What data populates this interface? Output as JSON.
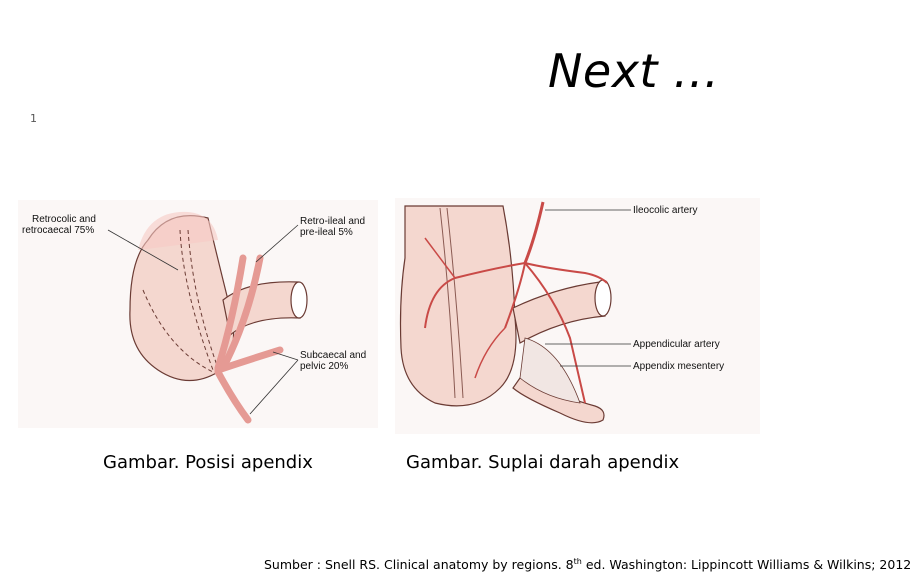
{
  "slide": {
    "title": "Next …",
    "number": "1"
  },
  "figure_left": {
    "labels": {
      "retrocolic_1": "Retrocolic and",
      "retrocolic_2": "retrocaecal 75%",
      "retroileal_1": "Retro-ileal and",
      "retroileal_2": "pre-ileal 5%",
      "subcaecal_1": "Subcaecal and",
      "subcaecal_2": "pelvic 20%"
    },
    "caption": "Gambar. Posisi apendix"
  },
  "figure_right": {
    "labels": {
      "ileocolic": "Ileocolic artery",
      "appendicular": "Appendicular artery",
      "mesentery": "Appendix mesentery"
    },
    "caption": "Gambar.  Suplai darah apendix"
  },
  "source": {
    "prefix": "Sumber : Snell RS. Clinical anatomy by regions. 8",
    "sup": "th",
    "suffix": " ed. Washington: Lippincott Williams & Wilkins; 2012"
  },
  "colors": {
    "tissue_fill": "#f4d7cf",
    "tissue_stroke": "#6b3b34",
    "artery": "#c94a47",
    "appendix": "#e59a94"
  }
}
